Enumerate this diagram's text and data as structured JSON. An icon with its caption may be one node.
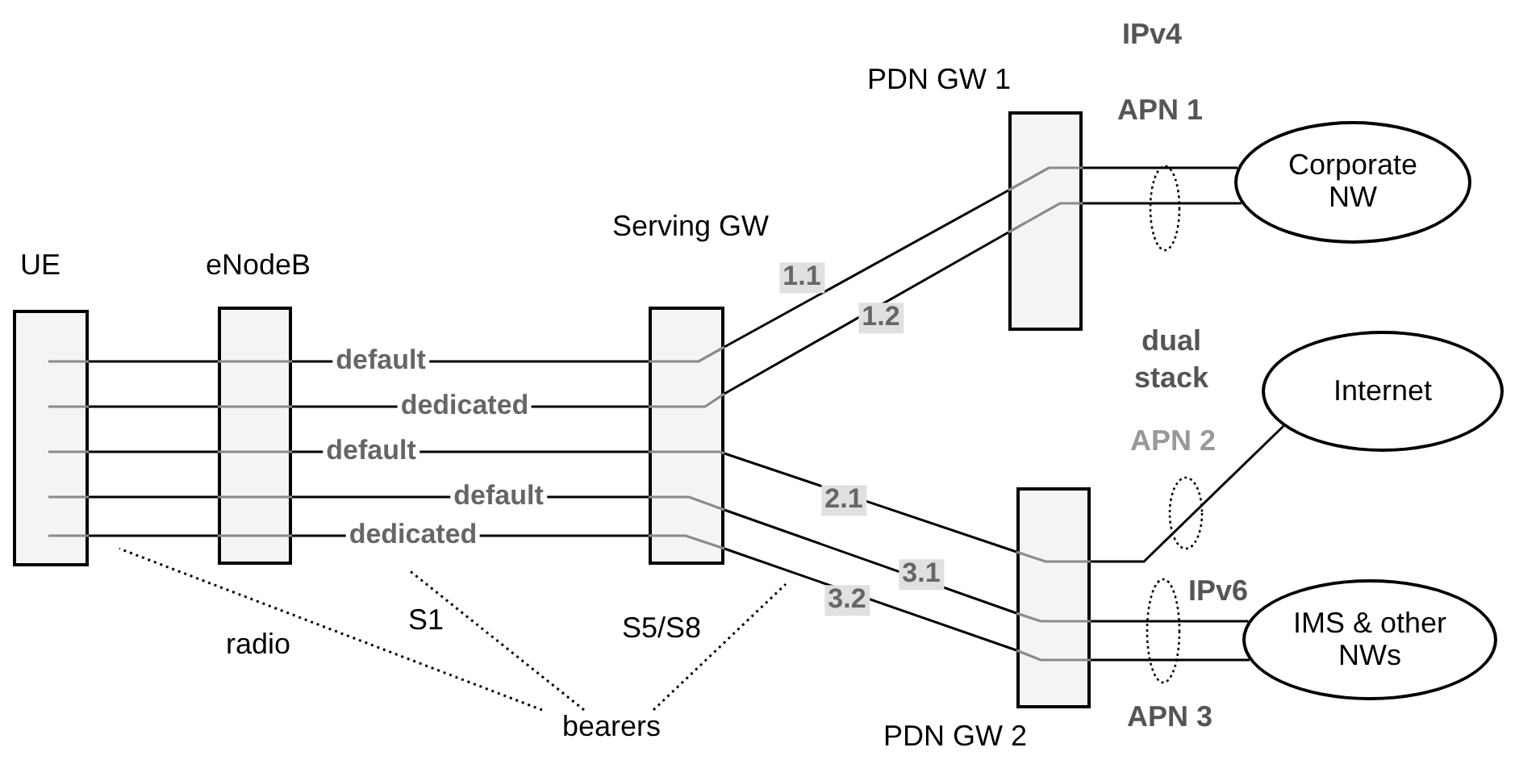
{
  "diagram": {
    "nodes": [
      {
        "text": [
          "UE"
        ]
      },
      {
        "text": [
          "eNodeB"
        ]
      },
      {
        "text": [
          "Serving GW"
        ]
      },
      {
        "text": [
          "PDN GW 1"
        ]
      },
      {
        "text": [
          "PDN GW 2"
        ]
      },
      {
        "text": [
          "Corporate NW"
        ]
      },
      {
        "text": [
          "Internet"
        ]
      },
      {
        "text": [
          "IMS & other NWs"
        ]
      },
      {
        "text": [
          "bearers"
        ]
      }
    ],
    "edges": [
      {
        "from": 0,
        "to": 1,
        "arrow": "none"
      },
      {
        "from": 0,
        "to": 1,
        "arrow": "none"
      },
      {
        "from": 0,
        "to": 1,
        "arrow": "none"
      },
      {
        "from": 0,
        "to": 1,
        "arrow": "none"
      },
      {
        "from": 0,
        "to": 1,
        "arrow": "none"
      },
      {
        "from": 1,
        "to": 2,
        "arrow": "none",
        "label": "default"
      },
      {
        "from": 1,
        "to": 2,
        "arrow": "none",
        "label": "dedicated"
      },
      {
        "from": 1,
        "to": 2,
        "arrow": "none",
        "label": "default"
      },
      {
        "from": 1,
        "to": 2,
        "arrow": "none",
        "label": "default"
      },
      {
        "from": 1,
        "to": 2,
        "arrow": "none",
        "label": "dedicated"
      },
      {
        "from": 2,
        "to": 3,
        "arrow": "none",
        "label": "1.1"
      },
      {
        "from": 2,
        "to": 3,
        "arrow": "none",
        "label": "1.2"
      },
      {
        "from": 2,
        "to": 4,
        "arrow": "none",
        "label": "2.1"
      },
      {
        "from": 2,
        "to": 4,
        "arrow": "none",
        "label": "3.1"
      },
      {
        "from": 2,
        "to": 4,
        "arrow": "none",
        "label": "3.2"
      },
      {
        "from": 3,
        "to": 5,
        "arrow": "none"
      },
      {
        "from": 3,
        "to": 5,
        "arrow": "none"
      },
      {
        "from": 4,
        "to": 6,
        "arrow": "none"
      },
      {
        "from": 4,
        "to": 7,
        "arrow": "none"
      },
      {
        "from": 4,
        "to": 7,
        "arrow": "none"
      },
      {
        "from": 8,
        "to": null,
        "arrow": "none",
        "style": "dashed"
      },
      {
        "from": 8,
        "to": null,
        "arrow": "none",
        "style": "dashed"
      },
      {
        "from": 8,
        "to": null,
        "arrow": "none",
        "style": "dashed"
      }
    ],
    "labels": [
      "IPv4",
      "APN 1",
      "dual stack",
      "APN 2",
      "IPv6",
      "APN 3",
      "radio",
      "S1",
      "S5/S8"
    ]
  }
}
